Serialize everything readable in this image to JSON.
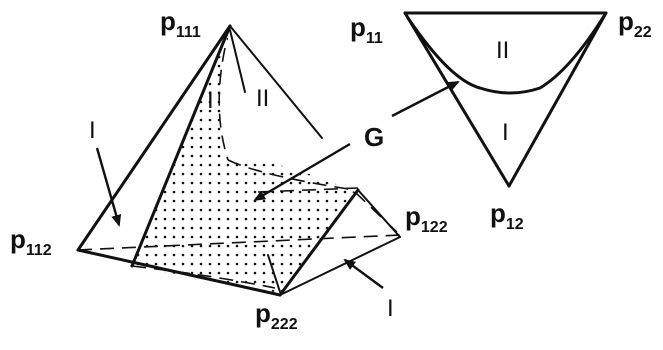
{
  "labels": {
    "p111": {
      "base": "p",
      "sub": "111"
    },
    "p112": {
      "base": "p",
      "sub": "112"
    },
    "p122": {
      "base": "p",
      "sub": "122"
    },
    "p222": {
      "base": "p",
      "sub": "222"
    },
    "p11": {
      "base": "p",
      "sub": "11"
    },
    "p22": {
      "base": "p",
      "sub": "22"
    },
    "p12": {
      "base": "p",
      "sub": "12"
    }
  },
  "regions": {
    "left_I": "I",
    "face_I": "I",
    "face_II": "II",
    "bottom_I": "I",
    "tri_II": "II",
    "tri_I": "I",
    "curve_G": "G"
  },
  "colors": {
    "ink": "#111111",
    "background": "#ffffff"
  }
}
